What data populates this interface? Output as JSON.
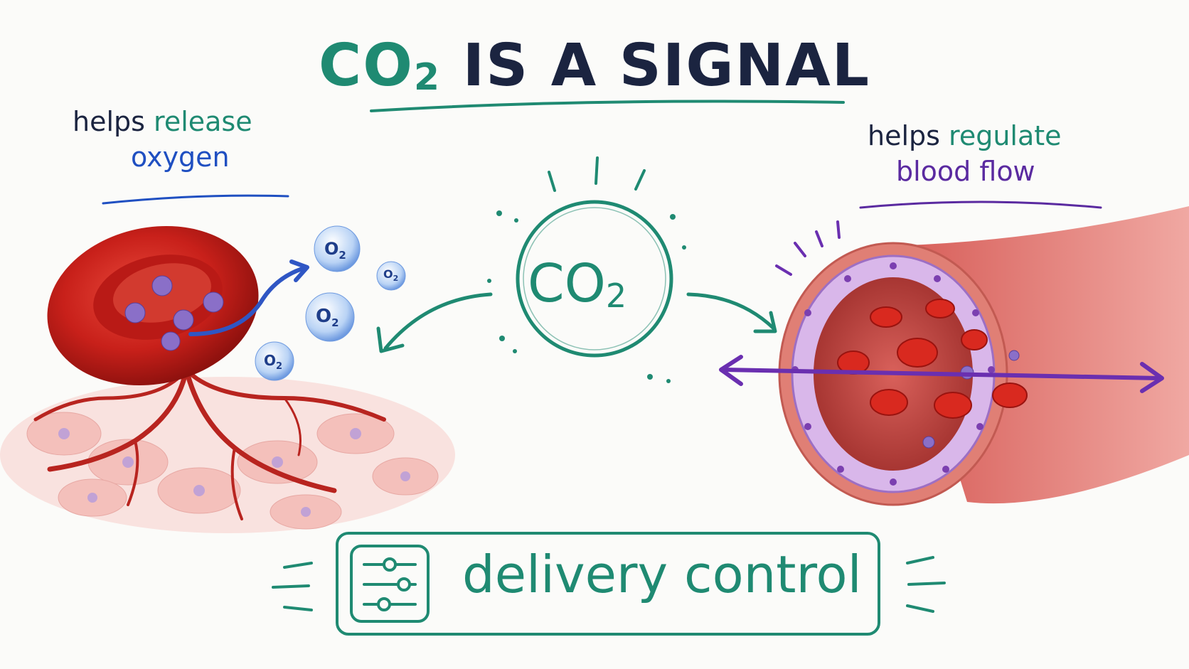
{
  "title": {
    "co2": "CO",
    "co2_sub": "2",
    "rest": " IS A SIGNAL"
  },
  "left_label": {
    "word1": "helps ",
    "word2": "release",
    "line2": "oxygen"
  },
  "right_label": {
    "word1": "helps ",
    "word2": "regulate",
    "line2": "blood flow"
  },
  "center": {
    "main": "CO",
    "sub": "2"
  },
  "oxygen_bubbles": {
    "main": "O",
    "sub": "2"
  },
  "footer": {
    "label": "delivery control",
    "icon": "sliders-icon"
  },
  "colors": {
    "green": "#1f8a72",
    "navy": "#1b2440",
    "blue": "#1f4fc1",
    "purple": "#5a2aa0",
    "red": "#c9261f"
  }
}
